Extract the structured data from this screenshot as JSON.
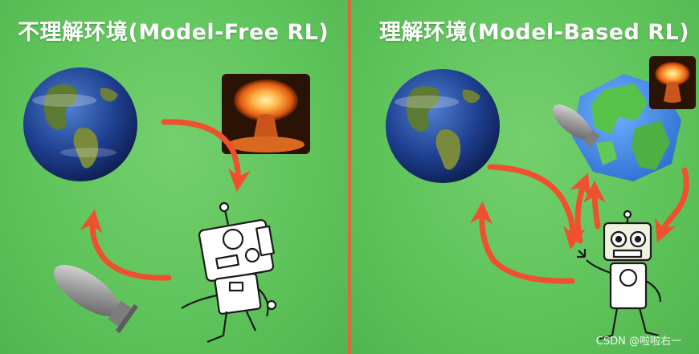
{
  "left_panel": {
    "title": "不理解环境(Model-Free RL)"
  },
  "right_panel": {
    "title": "理解环境(Model-Based RL)"
  },
  "watermark": "CSDN @啦啦右一",
  "colors": {
    "background": "#5ec35a",
    "divider": "#d86a3c",
    "arrow": "#f0502d",
    "title_text": "#ffffff"
  },
  "icons": [
    "earth-icon",
    "nuclear-explosion-icon",
    "bomb-icon",
    "robot-icon",
    "lowpoly-earth-icon"
  ]
}
